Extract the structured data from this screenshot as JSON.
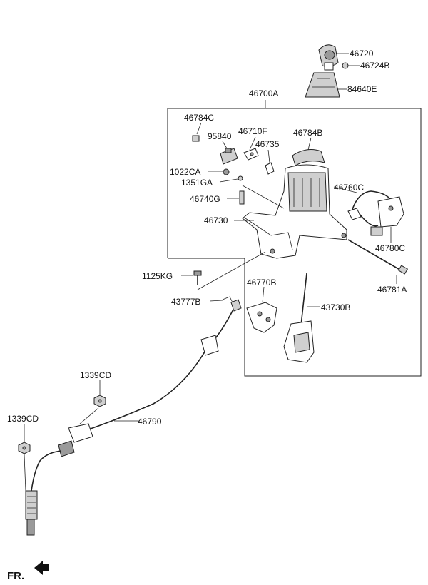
{
  "parts": {
    "p46720": "46720",
    "p46724B": "46724B",
    "p84640E": "84640E",
    "p46700A": "46700A",
    "p46784C": "46784C",
    "p95840": "95840",
    "p46710F": "46710F",
    "p46735": "46735",
    "p46784B": "46784B",
    "p1022CA": "1022CA",
    "p1351GA": "1351GA",
    "p46740G": "46740G",
    "p46760C": "46760C",
    "p46730": "46730",
    "p46780C": "46780C",
    "p46781A": "46781A",
    "p1125KG": "1125KG",
    "p46770B": "46770B",
    "p43777B": "43777B",
    "p43730B": "43730B",
    "p1339CD_a": "1339CD",
    "p1339CD_b": "1339CD",
    "p46790": "46790"
  },
  "direction_label": "FR."
}
